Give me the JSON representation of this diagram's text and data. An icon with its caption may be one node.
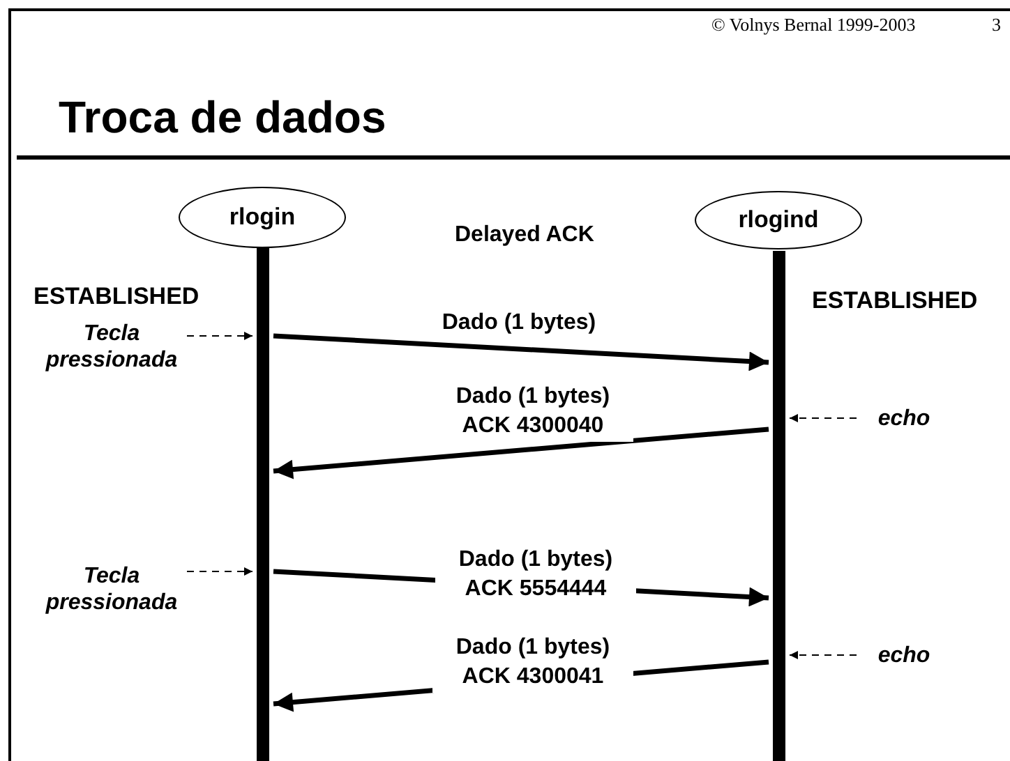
{
  "diagram": {
    "title": "Troca de dados",
    "nodes": [
      {
        "text": [
          "rlogin"
        ]
      },
      {
        "text": [
          "rlogind"
        ]
      },
      {
        "text": [],
        "shape": "bar"
      },
      {
        "text": [],
        "shape": "bar"
      },
      {
        "text": [
          "Tecla pressionada"
        ]
      },
      {
        "text": [
          "echo"
        ]
      },
      {
        "text": [
          "Tecla pressionada"
        ]
      },
      {
        "text": [
          "echo"
        ]
      }
    ],
    "edges": [
      {
        "from": 2,
        "to": 3,
        "arrow": "to",
        "label": "Dado (1 bytes)",
        "style": "thick"
      },
      {
        "from": 3,
        "to": 2,
        "arrow": "to",
        "label": "Dado (1 bytes) ACK 4300040",
        "style": "thick"
      },
      {
        "from": 2,
        "to": 3,
        "arrow": "to",
        "label": "Dado (1 bytes) ACK 5554444",
        "style": "thick"
      },
      {
        "from": 3,
        "to": 2,
        "arrow": "to",
        "label": "Dado (1 bytes) ACK 4300041",
        "style": "thick"
      },
      {
        "from": 4,
        "to": 2,
        "arrow": "to",
        "style": "dashed"
      },
      {
        "from": 5,
        "to": 3,
        "arrow": "to",
        "style": "dashed"
      },
      {
        "from": 6,
        "to": 2,
        "arrow": "to",
        "style": "dashed"
      },
      {
        "from": 7,
        "to": 3,
        "arrow": "to",
        "style": "dashed"
      }
    ],
    "labels": [
      "© Volnys Bernal 1999-2003",
      "3",
      "Delayed ACK",
      "ESTABLISHED",
      "ESTABLISHED"
    ]
  }
}
